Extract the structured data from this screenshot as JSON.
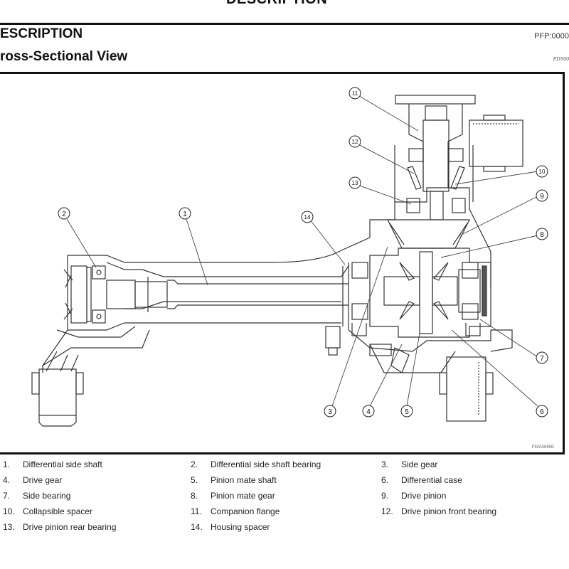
{
  "page": {
    "top_title": "DESCRIPTION",
    "section_title": "ESCRIPTION",
    "section_code": "PFP:0000",
    "subsection_title": "ross-Sectional View",
    "subsection_code": "EDS00",
    "figure_id": "PDIA0695E"
  },
  "callouts": [
    {
      "number": "1"
    },
    {
      "number": "2"
    },
    {
      "number": "3"
    },
    {
      "number": "4"
    },
    {
      "number": "5"
    },
    {
      "number": "6"
    },
    {
      "number": "7"
    },
    {
      "number": "8"
    },
    {
      "number": "9"
    },
    {
      "number": "10"
    },
    {
      "number": "11"
    },
    {
      "number": "12"
    },
    {
      "number": "13"
    },
    {
      "number": "14"
    }
  ],
  "legend": [
    {
      "number": "1.",
      "label": "Differential side shaft"
    },
    {
      "number": "2.",
      "label": "Differential side shaft bearing"
    },
    {
      "number": "3.",
      "label": "Side gear"
    },
    {
      "number": "4.",
      "label": "Drive gear"
    },
    {
      "number": "5.",
      "label": "Pinion mate shaft"
    },
    {
      "number": "6.",
      "label": "Differential case"
    },
    {
      "number": "7.",
      "label": "Side bearing"
    },
    {
      "number": "8.",
      "label": "Pinion mate gear"
    },
    {
      "number": "9.",
      "label": "Drive pinion"
    },
    {
      "number": "10.",
      "label": "Collapsible spacer"
    },
    {
      "number": "11.",
      "label": "Companion flange"
    },
    {
      "number": "12.",
      "label": "Drive pinion front bearing"
    },
    {
      "number": "13.",
      "label": "Drive pinion rear bearing"
    },
    {
      "number": "14.",
      "label": "Housing spacer"
    }
  ]
}
